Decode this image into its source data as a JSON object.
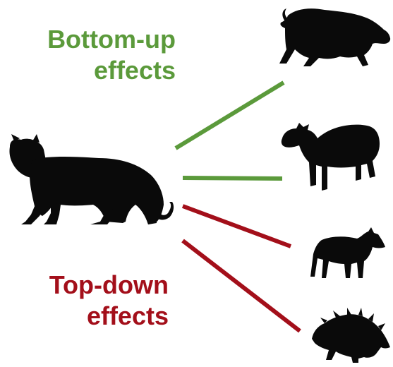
{
  "colors": {
    "bottom_up": "#5b9a3b",
    "top_down": "#a30f1a",
    "silhouette": "#0a0a0a",
    "background": "#ffffff"
  },
  "labels": {
    "bottom_up_line1": "Bottom-up",
    "bottom_up_line2": "effects",
    "top_down_line1": "Top-down",
    "top_down_line2": "effects"
  },
  "animals": {
    "predator": "leopard-silhouette",
    "prey": [
      "wild-boar-silhouette",
      "deer-silhouette",
      "muntjac-silhouette",
      "porcupine-silhouette"
    ]
  },
  "links": [
    {
      "from": "leopard",
      "to": "wild-boar",
      "type": "bottom-up"
    },
    {
      "from": "leopard",
      "to": "deer",
      "type": "bottom-up"
    },
    {
      "from": "leopard",
      "to": "muntjac",
      "type": "top-down"
    },
    {
      "from": "leopard",
      "to": "porcupine",
      "type": "top-down"
    }
  ]
}
